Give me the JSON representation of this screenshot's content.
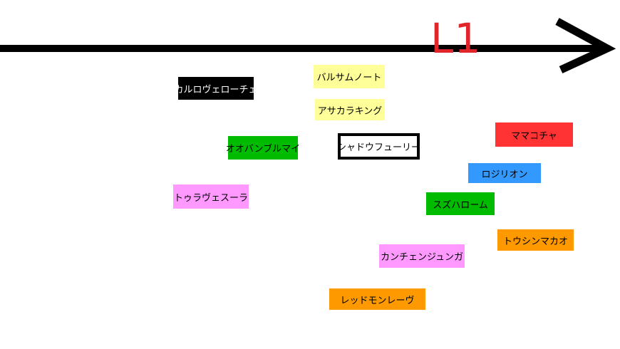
{
  "axis": {
    "label": "L1",
    "label_color": "#e0262b",
    "line_color": "#000000",
    "direction": "right"
  },
  "palette": {
    "black": "#000000",
    "yellow": "#ffff99",
    "green": "#00bb00",
    "white": "#ffffff",
    "pink": "#ff99ff",
    "red": "#ff3333",
    "blue": "#3399ff",
    "orange": "#ff9900"
  },
  "tags": [
    {
      "id": "karuro-veroche",
      "text": "カルロヴェローチェ",
      "color": "black"
    },
    {
      "id": "barusamu-noto",
      "text": "バルサムノート",
      "color": "yellow"
    },
    {
      "id": "asakara-kingu",
      "text": "アサカラキング",
      "color": "yellow"
    },
    {
      "id": "obanburumai",
      "text": "オオバンブルマイ",
      "color": "green"
    },
    {
      "id": "shadow-fury",
      "text": "シャドウフューリー",
      "color": "white"
    },
    {
      "id": "mamacocha",
      "text": "ママコチャ",
      "color": "red"
    },
    {
      "id": "rojirion",
      "text": "ロジリオン",
      "color": "blue"
    },
    {
      "id": "toura-vesura",
      "text": "トゥラヴェスーラ",
      "color": "pink"
    },
    {
      "id": "suzuharomu",
      "text": "スズハローム",
      "color": "green"
    },
    {
      "id": "toshin-makao",
      "text": "トウシンマカオ",
      "color": "orange"
    },
    {
      "id": "kanchenjunga",
      "text": "カンチェンジュンガ",
      "color": "pink"
    },
    {
      "id": "red-mon-reve",
      "text": "レッドモンレーヴ",
      "color": "orange"
    }
  ]
}
